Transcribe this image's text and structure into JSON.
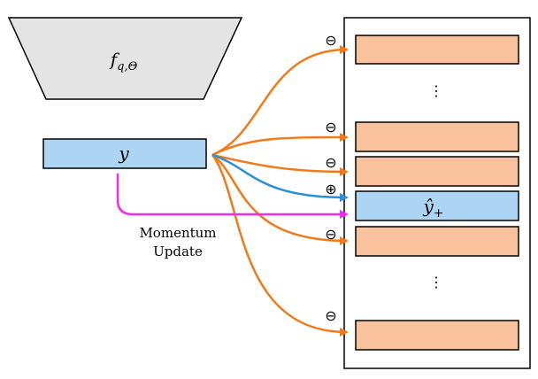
{
  "encoder": {
    "label": "f",
    "subscript": "q,Θ"
  },
  "query": {
    "label": "y"
  },
  "positive": {
    "label": "ŷ",
    "subscript": "+"
  },
  "momentum": {
    "line1": "Momentum",
    "line2": "Update"
  },
  "signs": {
    "negative": "⊖",
    "positive": "⊕"
  },
  "ellipsis": {
    "upper": "⋮",
    "lower": "⋮"
  },
  "colors": {
    "orange_arrow": "#f07a1a",
    "blue_arrow": "#2b8fd8",
    "magenta_arrow": "#f02cf0",
    "query_fill": "#abd5f3",
    "negative_fill": "#f9c19c",
    "encoder_fill": "#e4e4e4"
  }
}
